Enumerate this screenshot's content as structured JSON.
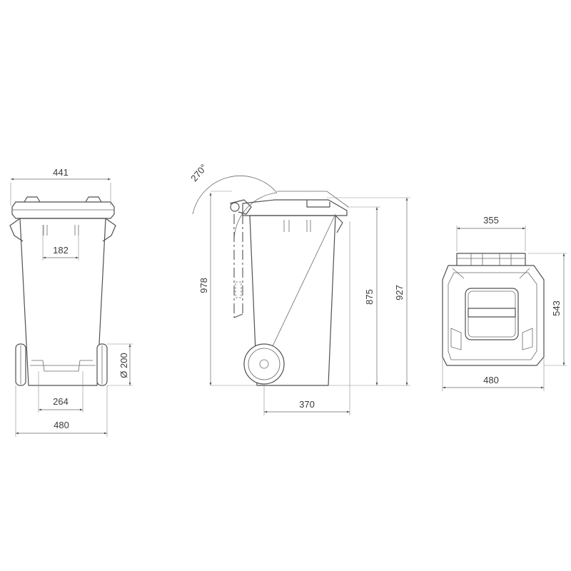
{
  "front_view": {
    "lid_width": "441",
    "handle_spacing": "182",
    "base_width": "264",
    "overall_width": "480",
    "wheel_diameter": "Ø 200"
  },
  "side_view": {
    "lid_opening_angle": "270°",
    "height_lid_open": "978",
    "body_height": "875",
    "overall_height": "927",
    "depth": "370"
  },
  "top_view": {
    "handle_width": "355",
    "depth": "543",
    "width": "480"
  }
}
